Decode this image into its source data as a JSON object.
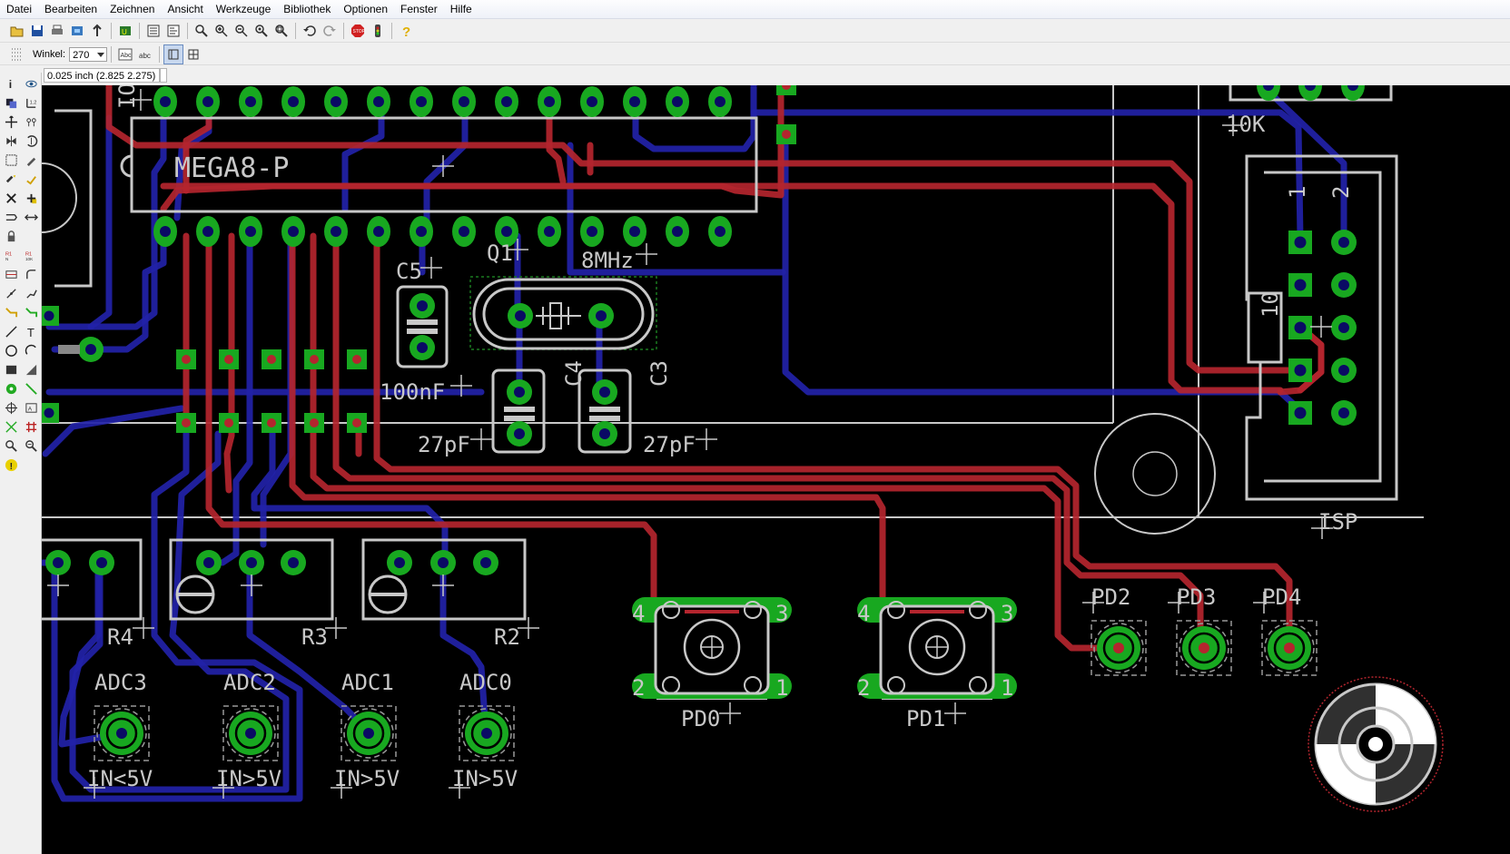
{
  "menu": [
    "Datei",
    "Bearbeiten",
    "Zeichnen",
    "Ansicht",
    "Werkzeuge",
    "Bibliothek",
    "Optionen",
    "Fenster",
    "Hilfe"
  ],
  "param": {
    "angle_label": "Winkel:",
    "angle_value": "270"
  },
  "coord_display": "0.025 inch (2.825 2.275)",
  "toolbar_icons": [
    "open-icon",
    "save-icon",
    "print-icon",
    "cam-icon",
    "script-icon",
    "ulp-icon",
    "board-icon",
    "schematic-icon",
    "zoom-fit-icon",
    "zoom-in-icon",
    "zoom-out-icon",
    "zoom-redraw-icon",
    "zoom-select-icon",
    "undo-icon",
    "redo-icon",
    "stop-icon",
    "go-icon",
    "help-icon"
  ],
  "side_icons": [
    "info-icon",
    "show-icon",
    "display-icon",
    "mark-icon",
    "move-icon",
    "copy-icon",
    "mirror-icon",
    "rotate-icon",
    "group-icon",
    "change-icon",
    "paste-icon",
    "delete-icon",
    "add-icon",
    "replace-icon",
    "lock-icon",
    "name-icon",
    "value-icon",
    "smash-icon",
    "miter-icon",
    "split-icon",
    "optimize-icon",
    "route-icon",
    "ripup-icon",
    "wire-icon",
    "text-icon",
    "circle-icon",
    "arc-icon",
    "rect-icon",
    "polygon-icon",
    "via-icon",
    "signal-icon",
    "hole-icon",
    "attribute-icon",
    "ratsnest-icon",
    "auto-icon",
    "erc-icon",
    "drc-icon",
    "errors-icon"
  ],
  "board": {
    "colors": {
      "top": "#b4252e",
      "bottom": "#2222a8",
      "pad": "#18a820",
      "silk": "#c8c8c8",
      "drill": "#0a0a64"
    },
    "labels": {
      "mcu": "MEGA8-P",
      "q1": "Q1",
      "q1val": "8MHz",
      "c5": "C5",
      "c5val": "100nF",
      "c4": "C4",
      "c3": "C3",
      "c4val": "27pF",
      "c3val": "27pF",
      "r10k": "10K",
      "isp": "ISP",
      "isp1": "1",
      "isp2": "2",
      "isp10": "10",
      "r4": "R4",
      "r3": "R3",
      "r2": "R2",
      "adc3": "ADC3",
      "adc2": "ADC2",
      "adc1": "ADC1",
      "adc0": "ADC0",
      "in3": "IN<5V",
      "in2": "IN>5V",
      "in1": "IN>5V",
      "in0": "IN>5V",
      "pd0": "PD0",
      "pd1": "PD1",
      "pd2": "PD2",
      "pd3": "PD3",
      "pd4": "PD4",
      "sw4": "4",
      "sw3": "3",
      "sw2": "2",
      "sw1": "1",
      "io": "IO"
    }
  }
}
